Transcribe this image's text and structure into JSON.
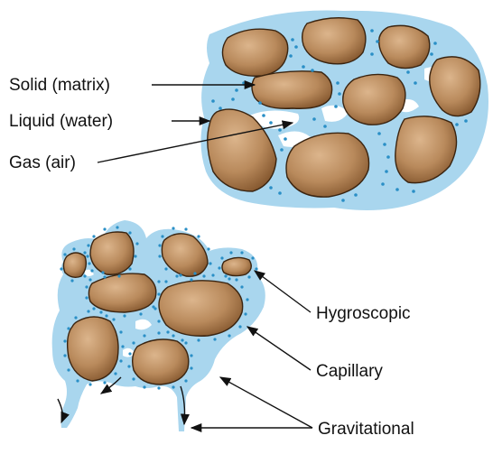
{
  "labels": {
    "solid": "Solid (matrix)",
    "liquid": "Liquid (water)",
    "gas": "Gas (air)",
    "hygroscopic": "Hygroscopic",
    "capillary": "Capillary",
    "gravitational": "Gravitational"
  },
  "colors": {
    "water": "#a9d6ee",
    "film_dots": "#2a8fc6",
    "grain_light": "#d4ac82",
    "grain_dark": "#8a5a30",
    "grain_outline": "#3a2410",
    "text": "#111111"
  }
}
